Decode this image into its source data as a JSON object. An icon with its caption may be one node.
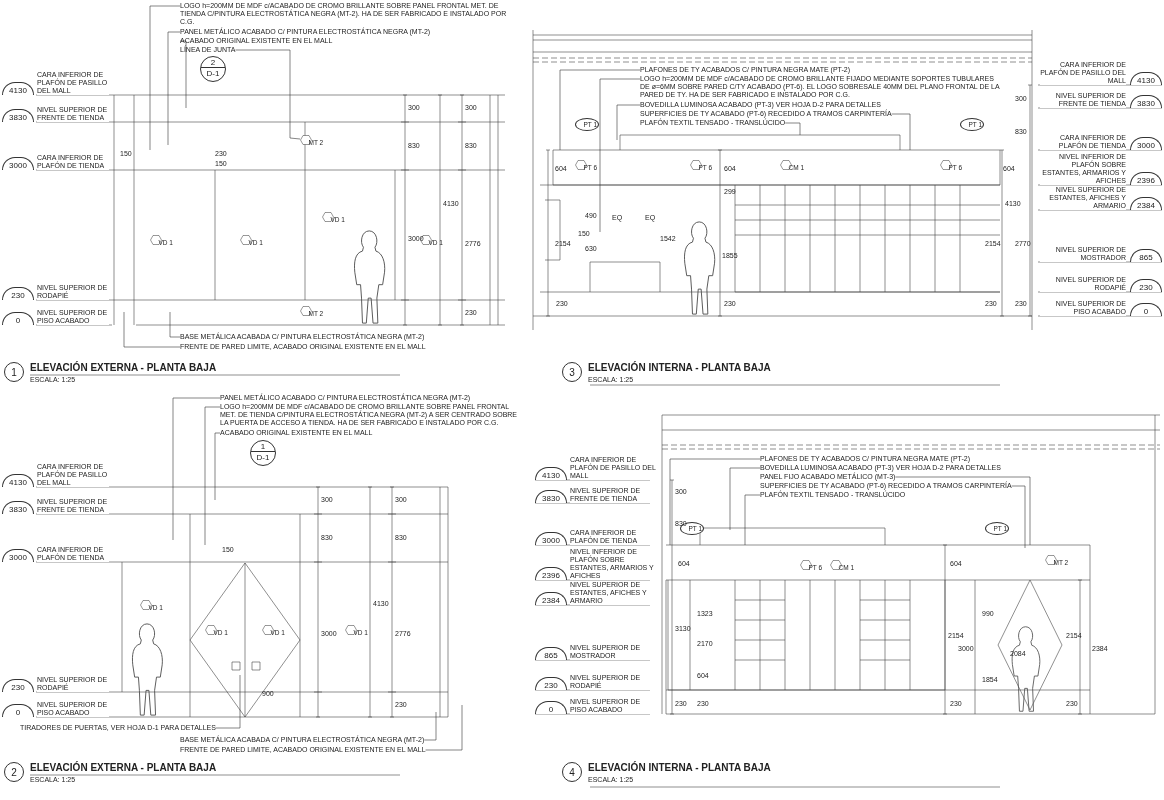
{
  "diagram": {
    "nodes": [
      {
        "text": [
          "LOGO h=200MM DE MDF c/ACABADO DE CROMO BRILLANTE SOBRE PANEL FRONTAL MET. DE TIENDA C/PINTURA ELECTROSTÁTICA NEGRA (MT-2). HA DE SER FABRICADO E INSTALADO POR C.G."
        ]
      },
      {
        "text": [
          "PANEL METÁLICO ACABADO C/ PINTURA ELECTROSTÁTICA NEGRA (MT-2)"
        ]
      },
      {
        "text": [
          "ACABADO ORIGINAL EXISTENTE EN EL MALL"
        ]
      },
      {
        "text": [
          "LÍNEA DE JUNTA"
        ]
      },
      {
        "text": [
          "2",
          "D-1"
        ]
      },
      {
        "text": [
          "4130"
        ],
        "beside": [
          "CARA INFERIOR DE PLAFÓN DE PASILLO DEL MALL"
        ]
      },
      {
        "text": [
          "3830"
        ],
        "beside": [
          "NIVEL SUPERIOR DE FRENTE DE TIENDA"
        ]
      },
      {
        "text": [
          "3000"
        ],
        "beside": [
          "CARA INFERIOR DE PLAFÓN DE TIENDA"
        ]
      },
      {
        "text": [
          "230"
        ],
        "beside": [
          "NIVEL SUPERIOR DE RODAPIÉ"
        ]
      },
      {
        "text": [
          "0"
        ],
        "beside": [
          "NIVEL SUPERIOR DE PISO ACABADO"
        ]
      },
      {
        "text": [
          "BASE METÁLICA ACABADA C/ PINTURA ELECTROSTÁTICA NEGRA (MT-2)"
        ]
      },
      {
        "text": [
          "FRENTE DE PARED LIMITE, ACABADO ORIGINAL EXISTENTE EN EL MALL"
        ]
      },
      {
        "text": [
          "1"
        ],
        "beside": [
          "ELEVACIÓN EXTERNA - PLANTA BAJA",
          "ESCALA: 1:25"
        ]
      },
      {
        "text": [
          "MT 2"
        ]
      },
      {
        "text": [
          "VD 1"
        ]
      },
      {
        "text": [
          "VD 1"
        ]
      },
      {
        "text": [
          "VD 1"
        ]
      },
      {
        "text": [
          "VD 1"
        ]
      },
      {
        "text": [
          "MT 2"
        ]
      },
      {
        "text": [
          "PANEL METÁLICO ACABADO C/ PINTURA ELECTROSTÁTICA NEGRA (MT-2)"
        ]
      },
      {
        "text": [
          "LOGO h=200MM DE MDF c/ACABADO DE CROMO BRILLANTE SOBRE PANEL FRONTAL MET. DE TIENDA C/PINTURA ELECTROSTÁTICA NEGRA (MT-2) A SER CENTRADO SOBRE LA PUERTA DE ACCESO A TIENDA. HA DE SER FABRICADO E INSTALADO POR C.G."
        ]
      },
      {
        "text": [
          "ACABADO ORIGINAL EXISTENTE EN EL MALL"
        ]
      },
      {
        "text": [
          "1",
          "D-1"
        ]
      },
      {
        "text": [
          "4130"
        ],
        "beside": [
          "CARA INFERIOR DE PLAFÓN DE PASILLO DEL MALL"
        ]
      },
      {
        "text": [
          "3830"
        ],
        "beside": [
          "NIVEL SUPERIOR DE FRENTE DE TIENDA"
        ]
      },
      {
        "text": [
          "3000"
        ],
        "beside": [
          "CARA INFERIOR DE PLAFÓN DE TIENDA"
        ]
      },
      {
        "text": [
          "230"
        ],
        "beside": [
          "NIVEL SUPERIOR DE RODAPIÉ"
        ]
      },
      {
        "text": [
          "0"
        ],
        "beside": [
          "NIVEL SUPERIOR DE PISO ACABADO"
        ]
      },
      {
        "text": [
          "TIRADORES DE PUERTAS, VER HOJA D-1 PARA DETALLES"
        ]
      },
      {
        "text": [
          "BASE METÁLICA ACABADA C/ PINTURA ELECTROSTÁTICA NEGRA (MT-2)"
        ]
      },
      {
        "text": [
          "FRENTE DE PARED LIMITE, ACABADO ORIGINAL EXISTENTE EN EL MALL"
        ]
      },
      {
        "text": [
          "2"
        ],
        "beside": [
          "ELEVACIÓN EXTERNA - PLANTA BAJA",
          "ESCALA: 1:25"
        ]
      },
      {
        "text": [
          "VD 1"
        ]
      },
      {
        "text": [
          "VD 1"
        ]
      },
      {
        "text": [
          "VD 1"
        ]
      },
      {
        "text": [
          "VD 1"
        ]
      },
      {
        "text": [
          "PLAFONES DE TY ACABADOS C/ PINTURA NEGRA MATE (PT-2)"
        ]
      },
      {
        "text": [
          "LOGO h=200MM DE MDF c/ACABADO DE CROMO BRILLANTE FIJADO MEDIANTE SOPORTES TUBULARES DE ø=6MM SOBRE PARED C/TY ACABADO (PT-6). EL LOGO SOBRESALE 40MM DEL PLANO FRONTAL DE LA PARED DE TY. HA DE SER FABRICADO E INSTALADO POR C.G."
        ]
      },
      {
        "text": [
          "BOVEDILLA LUMINOSA ACABADO (PT-3) VER HOJA D-2 PARA DETALLES"
        ]
      },
      {
        "text": [
          "SUPERFICIES DE TY ACABADO (PT-6) RECEDIDO A TRAMOS CARPINTERÍA"
        ]
      },
      {
        "text": [
          "PLAFÓN TEXTIL TENSADO - TRANSLÚCIDO"
        ]
      },
      {
        "text": [
          "PT 1"
        ]
      },
      {
        "text": [
          "PT 1"
        ]
      },
      {
        "text": [
          "PT 6"
        ]
      },
      {
        "text": [
          "PT 6"
        ]
      },
      {
        "text": [
          "CM 1"
        ]
      },
      {
        "text": [
          "PT 6"
        ]
      },
      {
        "text": [
          "4130"
        ],
        "beside": [
          "CARA INFERIOR DE PLAFÓN DE PASILLO DEL MALL"
        ]
      },
      {
        "text": [
          "3830"
        ],
        "beside": [
          "NIVEL SUPERIOR DE FRENTE DE TIENDA"
        ]
      },
      {
        "text": [
          "3000"
        ],
        "beside": [
          "CARA INFERIOR DE PLAFÓN DE TIENDA"
        ]
      },
      {
        "text": [
          "2396"
        ],
        "beside": [
          "NIVEL INFERIOR DE PLAFÓN SOBRE ESTANTES, ARMARIOS Y AFICHES"
        ]
      },
      {
        "text": [
          "2384"
        ],
        "beside": [
          "NIVEL SUPERIOR DE ESTANTES, AFICHES Y ARMARIO"
        ]
      },
      {
        "text": [
          "865"
        ],
        "beside": [
          "NIVEL SUPERIOR DE MOSTRADOR"
        ]
      },
      {
        "text": [
          "230"
        ],
        "beside": [
          "NIVEL SUPERIOR DE RODAPIÉ"
        ]
      },
      {
        "text": [
          "0"
        ],
        "beside": [
          "NIVEL SUPERIOR DE PISO ACABADO"
        ]
      },
      {
        "text": [
          "3"
        ],
        "beside": [
          "ELEVACIÓN INTERNA - PLANTA BAJA",
          "ESCALA: 1:25"
        ]
      },
      {
        "text": [
          "PLAFONES DE TY ACABADOS C/ PINTURA NEGRA MATE (PT-2)"
        ]
      },
      {
        "text": [
          "BOVEDILLA LUMINOSA ACABADO (PT-3) VER HOJA D-2 PARA DETALLES"
        ]
      },
      {
        "text": [
          "PANEL FIJO ACABADO METÁLICO (MT-3)"
        ]
      },
      {
        "text": [
          "SUPERFICIES DE TY ACABADO (PT-6) RECEDIDO A TRAMOS CARPINTERÍA"
        ]
      },
      {
        "text": [
          "PLAFÓN TEXTIL TENSADO - TRANSLÚCIDO"
        ]
      },
      {
        "text": [
          "PT 1"
        ]
      },
      {
        "text": [
          "PT 1"
        ]
      },
      {
        "text": [
          "PT 6"
        ]
      },
      {
        "text": [
          "CM 1"
        ]
      },
      {
        "text": [
          "MT 2"
        ]
      },
      {
        "text": [
          "4130"
        ],
        "beside": [
          "CARA INFERIOR DE PLAFÓN DE PASILLO DEL MALL"
        ]
      },
      {
        "text": [
          "3830"
        ],
        "beside": [
          "NIVEL SUPERIOR DE FRENTE DE TIENDA"
        ]
      },
      {
        "text": [
          "3000"
        ],
        "beside": [
          "CARA INFERIOR DE PLAFÓN DE TIENDA"
        ]
      },
      {
        "text": [
          "2396"
        ],
        "beside": [
          "NIVEL INFERIOR DE PLAFÓN SOBRE ESTANTES, ARMARIOS Y AFICHES"
        ]
      },
      {
        "text": [
          "2384"
        ],
        "beside": [
          "NIVEL SUPERIOR DE ESTANTES, AFICHES Y ARMARIO"
        ]
      },
      {
        "text": [
          "865"
        ],
        "beside": [
          "NIVEL SUPERIOR DE MOSTRADOR"
        ]
      },
      {
        "text": [
          "230"
        ],
        "beside": [
          "NIVEL SUPERIOR DE RODAPIÉ"
        ]
      },
      {
        "text": [
          "0"
        ],
        "beside": [
          "NIVEL SUPERIOR DE PISO ACABADO"
        ]
      },
      {
        "text": [
          "4"
        ],
        "beside": [
          "ELEVACIÓN INTERNA - PLANTA BAJA",
          "ESCALA: 1:25"
        ]
      }
    ],
    "edges": [
      {
        "from": 0,
        "to": null,
        "arrow": "none"
      },
      {
        "from": 1,
        "to": null,
        "arrow": "none"
      },
      {
        "from": 2,
        "to": null,
        "arrow": "none"
      },
      {
        "from": 3,
        "to": 13,
        "arrow": "none"
      },
      {
        "from": 10,
        "to": null,
        "arrow": "none"
      },
      {
        "from": 11,
        "to": null,
        "arrow": "none"
      },
      {
        "from": 19,
        "to": null,
        "arrow": "none"
      },
      {
        "from": 20,
        "to": null,
        "arrow": "none"
      },
      {
        "from": 21,
        "to": null,
        "arrow": "none"
      },
      {
        "from": 28,
        "to": null,
        "arrow": "none"
      },
      {
        "from": 29,
        "to": null,
        "arrow": "none"
      },
      {
        "from": 30,
        "to": null,
        "arrow": "none"
      },
      {
        "from": 36,
        "to": null,
        "arrow": "none"
      },
      {
        "from": 37,
        "to": null,
        "arrow": "none"
      },
      {
        "from": 38,
        "to": null,
        "arrow": "none"
      },
      {
        "from": 39,
        "to": null,
        "arrow": "none"
      },
      {
        "from": 40,
        "to": null,
        "arrow": "none"
      },
      {
        "from": 56,
        "to": null,
        "arrow": "none"
      },
      {
        "from": 57,
        "to": null,
        "arrow": "none"
      },
      {
        "from": 58,
        "to": null,
        "arrow": "none"
      },
      {
        "from": 59,
        "to": null,
        "arrow": "none"
      },
      {
        "from": 60,
        "to": null,
        "arrow": "none"
      }
    ],
    "labels": [
      "300",
      "830",
      "3000",
      "4130",
      "300",
      "830",
      "2776",
      "230",
      "150",
      "230",
      "150",
      "300",
      "830",
      "3000",
      "4130",
      "300",
      "830",
      "2776",
      "230",
      "150",
      "900",
      "604",
      "604",
      "604",
      "299",
      "490",
      "EQ",
      "EQ",
      "150",
      "630",
      "2154",
      "1542",
      "1855",
      "2154",
      "300",
      "830",
      "4130",
      "2770",
      "230",
      "230",
      "230",
      "230",
      "300",
      "830",
      "604",
      "3130",
      "2170",
      "1323",
      "604",
      "230",
      "230",
      "604",
      "2154",
      "3000",
      "990",
      "2084",
      "1854",
      "2154",
      "2384",
      "230",
      "230"
    ]
  }
}
